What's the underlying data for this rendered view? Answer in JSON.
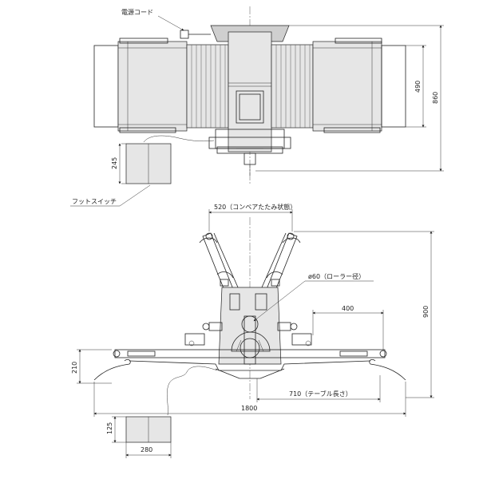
{
  "top_view": {
    "power_cord_label": "電源コード",
    "foot_switch_label": "フットスイッチ",
    "dim_490": "490",
    "dim_860": "860",
    "dim_245": "245"
  },
  "front_view": {
    "dim_520": "520（コンベアたたみ状態）",
    "roller_dia": "ø60（ローラー径）",
    "dim_400": "400",
    "dim_900": "900",
    "dim_210": "210",
    "dim_710": "710（テーブル長さ）",
    "dim_1800": "1800",
    "dim_125": "125",
    "dim_280": "280"
  }
}
